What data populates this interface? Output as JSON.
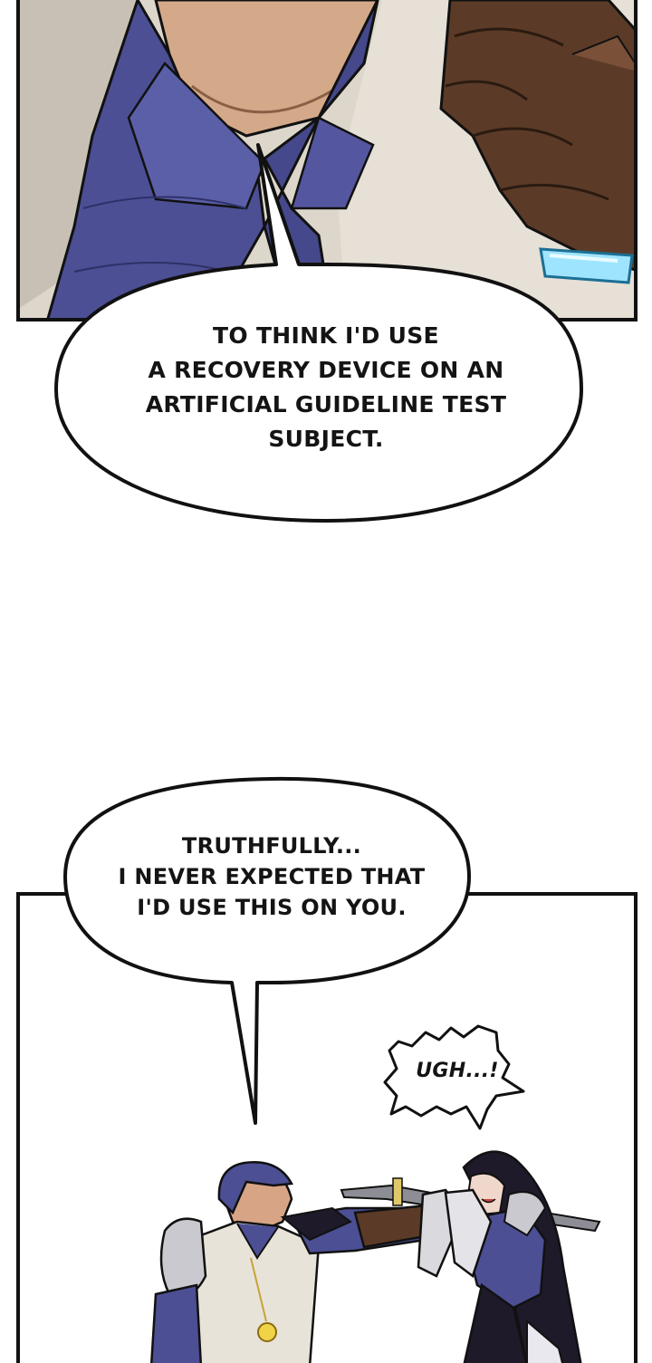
{
  "panels": [
    {
      "id": "panel-1",
      "bubble": {
        "lines": [
          "TO THINK I'D USE",
          "A RECOVERY DEVICE ON AN",
          "ARTIFICIAL GUIDELINE TEST",
          "SUBJECT."
        ]
      }
    },
    {
      "id": "panel-2",
      "bubble": {
        "lines": [
          "TRUTHFULLY...",
          "I NEVER EXPECTED THAT",
          "I'D USE THIS ON YOU."
        ]
      },
      "shout": {
        "text": "UGH...!"
      }
    }
  ],
  "colors": {
    "ink": "#111111",
    "shirt_blue": "#4c4f94",
    "skin_dark": "#5b3b27",
    "vest_cream": "#e8e3d8",
    "device_glow": "#9fe4ff",
    "hair_dark": "#1e1a2a",
    "armor_silver": "#c9c9cf"
  },
  "icons": [
    "speech-bubble-icon",
    "shout-bubble-icon"
  ]
}
